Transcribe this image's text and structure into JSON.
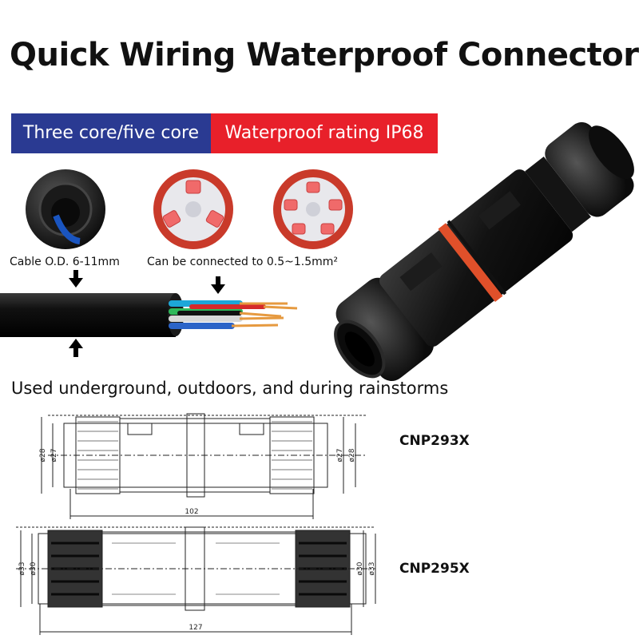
{
  "title": "Quick Wiring Waterproof Connector",
  "badges": {
    "left": "Three core/five core",
    "right": "Waterproof rating IP68"
  },
  "labels": {
    "cable_od": "Cable O.D. 6-11mm",
    "wire_range": "Can be connected to 0.5~1.5mm²"
  },
  "subtitle": "Used underground, outdoors, and during rainstorms",
  "drawings": [
    {
      "model": "CNP293X",
      "length": "102",
      "outer_diameter": "ø28",
      "inner_diameter": "ø27"
    },
    {
      "model": "CNP295X",
      "length": "127",
      "outer_diameter": "ø33",
      "inner_diameter": "ø30"
    }
  ],
  "colors": {
    "badge_blue": "#2a3a92",
    "badge_red": "#e8202a",
    "seal_ring": "#e0502a"
  }
}
